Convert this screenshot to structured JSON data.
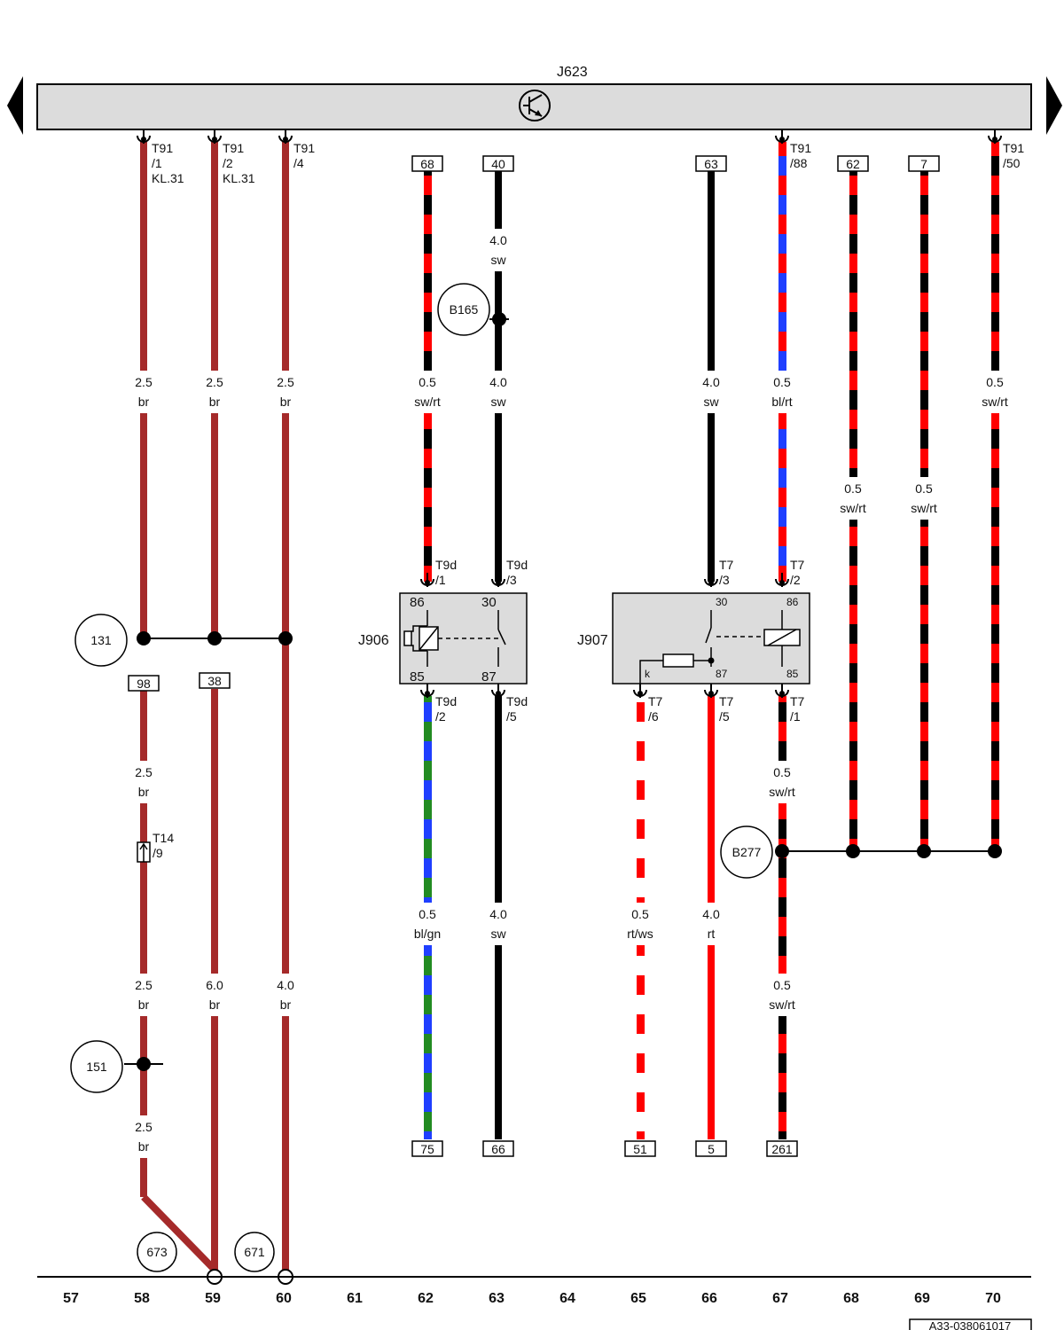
{
  "ecu_label": "J623",
  "ecu_symbol": "transistor-symbol-icon",
  "doc_number": "A33-038061017",
  "columns": [
    "57",
    "58",
    "59",
    "60",
    "61",
    "62",
    "63",
    "64",
    "65",
    "66",
    "67",
    "68",
    "69",
    "70"
  ],
  "relays": [
    {
      "id": "J906",
      "label": "J906",
      "pins": {
        "p86": "86",
        "p30": "30",
        "p85": "85",
        "p87": "87"
      }
    },
    {
      "id": "J907",
      "label": "J907",
      "pins": {
        "p30": "30",
        "p86": "86",
        "p87": "87",
        "p85": "85",
        "pk": "k"
      }
    }
  ],
  "connectors": {
    "c1": [
      "T91",
      "/1",
      "KL.31"
    ],
    "c2": [
      "T91",
      "/2",
      "KL.31"
    ],
    "c3": [
      "T91",
      "/4"
    ],
    "c4": [
      "T91",
      "/88"
    ],
    "c5": [
      "T91",
      "/50"
    ],
    "c6": [
      "T9d",
      "/1"
    ],
    "c7": [
      "T9d",
      "/3"
    ],
    "c8": [
      "T9d",
      "/2"
    ],
    "c9": [
      "T9d",
      "/5"
    ],
    "c10": [
      "T7",
      "/3"
    ],
    "c11": [
      "T7",
      "/2"
    ],
    "c12": [
      "T7",
      "/6"
    ],
    "c13": [
      "T7",
      "/5"
    ],
    "c14": [
      "T7",
      "/1"
    ],
    "c15": [
      "T14",
      "/9"
    ]
  },
  "wire_labels": {
    "w1": [
      "2.5",
      "br"
    ],
    "w2": [
      "2.5",
      "br"
    ],
    "w3": [
      "2.5",
      "br"
    ],
    "w4": [
      "0.5",
      "sw/rt"
    ],
    "w5": [
      "4.0",
      "sw"
    ],
    "w6": [
      "4.0",
      "sw"
    ],
    "w7": [
      "4.0",
      "sw"
    ],
    "w8": [
      "0.5",
      "bl/rt"
    ],
    "w9": [
      "0.5",
      "sw/rt"
    ],
    "w10": [
      "0.5",
      "sw/rt"
    ],
    "w11": [
      "0.5",
      "sw/rt"
    ],
    "w12": [
      "2.5",
      "br"
    ],
    "w13": [
      "2.5",
      "br"
    ],
    "w14": [
      "6.0",
      "br"
    ],
    "w15": [
      "4.0",
      "br"
    ],
    "w16": [
      "2.5",
      "br"
    ],
    "w17": [
      "0.5",
      "bl/gn"
    ],
    "w18": [
      "4.0",
      "sw"
    ],
    "w19": [
      "0.5",
      "rt/ws"
    ],
    "w20": [
      "4.0",
      "rt"
    ],
    "w21": [
      "0.5",
      "sw/rt"
    ],
    "w22": [
      "0.5",
      "sw/rt"
    ]
  },
  "ref_boxes": {
    "r68": "68",
    "r40": "40",
    "r63": "63",
    "r62": "62",
    "r7": "7",
    "r98": "98",
    "r38": "38",
    "r75": "75",
    "r66": "66",
    "r51": "51",
    "r5": "5",
    "r261": "261"
  },
  "circles": {
    "b165": "B165",
    "n131": "131",
    "b277": "B277",
    "n151": "151",
    "n673": "673",
    "n671": "671"
  },
  "colors": {
    "br": "#a52a2a",
    "sw": "#000000",
    "rt": "#ff0000",
    "bl": "#1f3fff",
    "gn": "#228b22",
    "ws": "#ffffff",
    "relay_fill": "#dcdcdc",
    "ecu_fill": "#dcdcdc"
  }
}
